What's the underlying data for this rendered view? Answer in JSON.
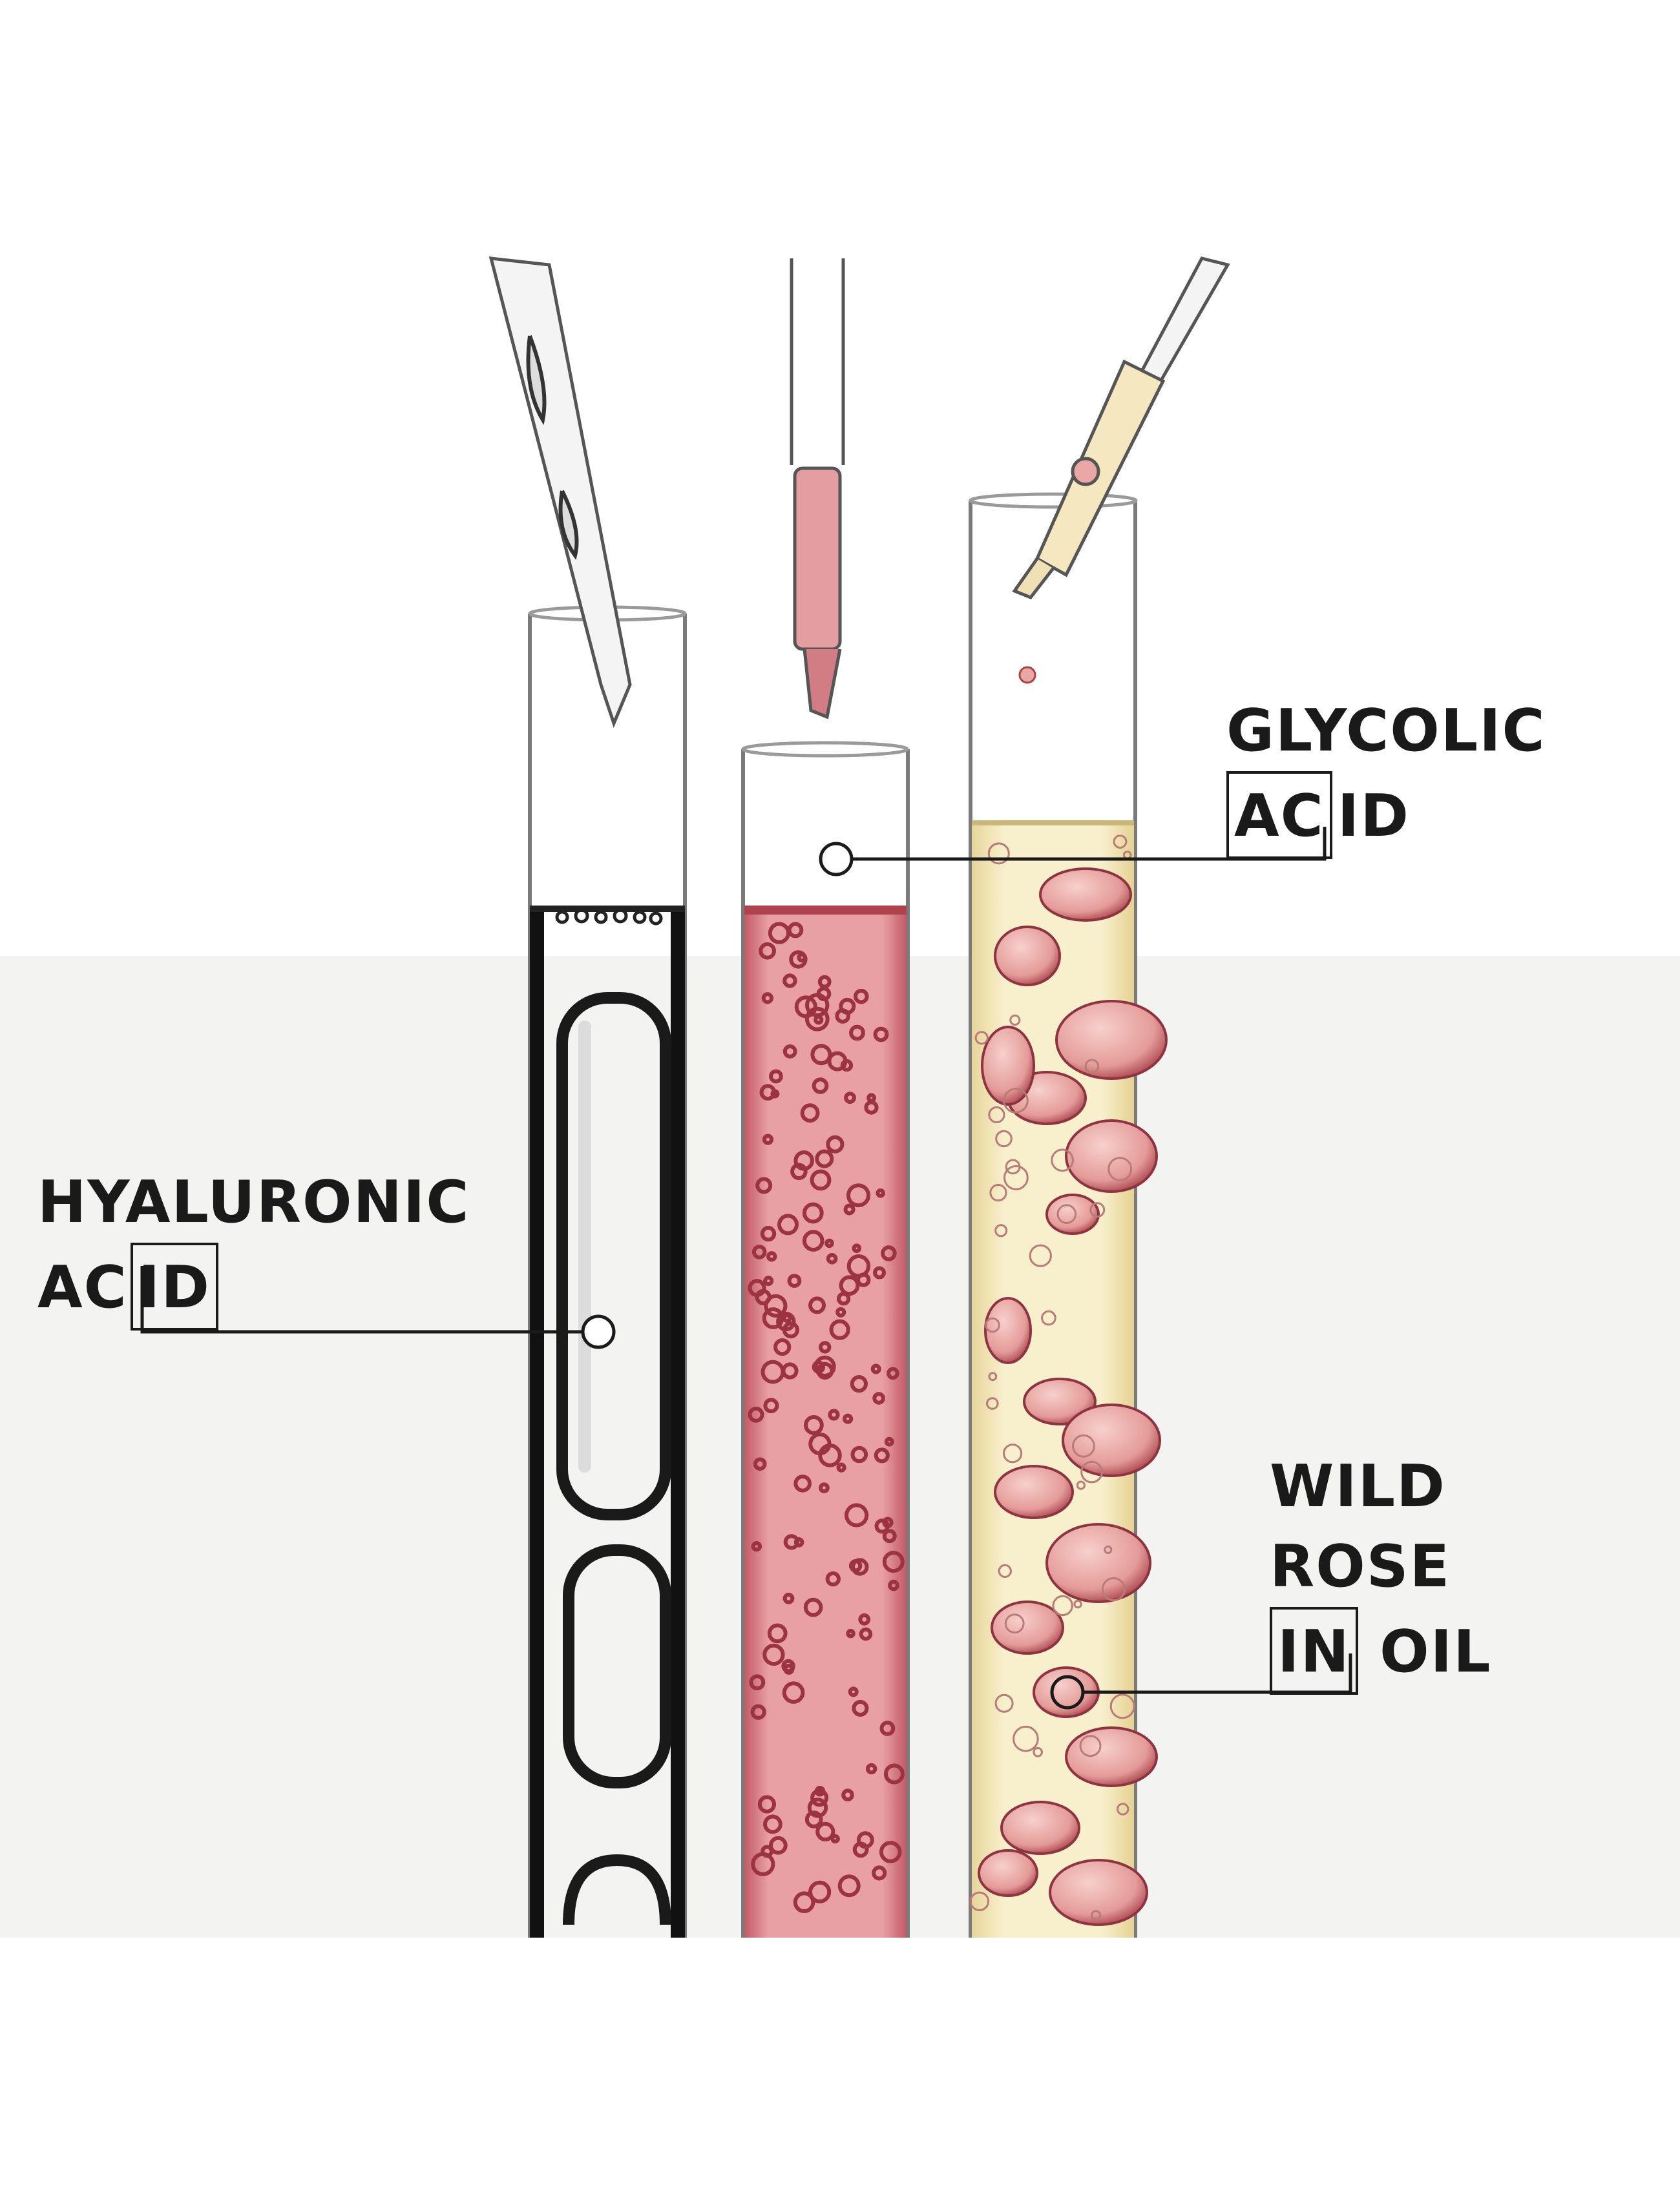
{
  "labels": {
    "hyaluronic": {
      "line1": "HYALURONIC",
      "line2_plain": "AC",
      "line2_boxed": "ID"
    },
    "glycolic": {
      "line1": "GLYCOLIC",
      "line2_boxed": "AC",
      "line2_plain": "ID"
    },
    "wild_rose": {
      "line1": "WILD",
      "line2": "ROSE",
      "line3_boxed": "IN",
      "line3_plain": " OIL"
    }
  },
  "colors": {
    "ink": "#1a1a1a",
    "serum_pink": "#e9a4a6",
    "serum_dark": "#b0424e",
    "oil_yellow": "#f6ecc4",
    "bubble_pink": "#e8a0a0",
    "background_lower": "#f3f3f1"
  }
}
